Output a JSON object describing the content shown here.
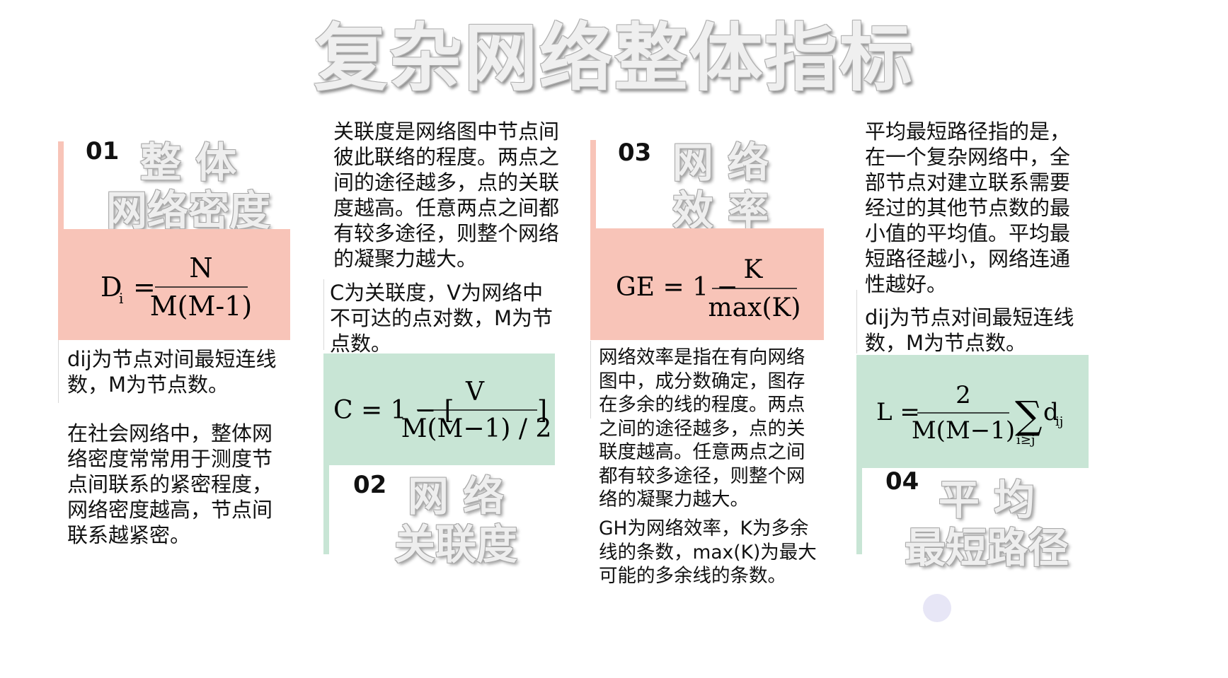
{
  "title": "复杂网络整体指标",
  "sections": [
    {
      "number": "01",
      "name": "整 体\n网络密度",
      "formula": {
        "lhs": "D",
        "sub": "i",
        "eq": "=",
        "numerator": "N",
        "denominator": "M(M-1)"
      },
      "note": "dij为节点对间最短连线\n数，M为节点数。",
      "description": "在社会网络中，整体网\n络密度常常用于测度节\n点间联系的紧密程度，\n网络密度越高，节点间\n联系越紧密。",
      "accent": "#f8c4b8"
    },
    {
      "number": "02",
      "name": "网 络\n关联度",
      "formula": {
        "lhs": "C = 1 − [",
        "numerator": "V",
        "denominator": "M(M−1) / 2",
        "close": "]"
      },
      "description": "关联度是网络图中节点间\n彼此联络的程度。两点之\n间的途径越多，点的关联\n度越高。任意两点之间都\n有较多途径，则整个网络\n的凝聚力越大。",
      "note": " C为关联度，V为网络中\n不可达的点对数，M为节\n点数。",
      "accent": "#c8e5d5"
    },
    {
      "number": "03",
      "name": "网 络\n效 率",
      "formula": {
        "lhs": "GE = 1 −",
        "numerator": "K",
        "denominator": "max(K)"
      },
      "description": "网络效率是指在有向网络\n图中，成分数确定，图存\n在多余的线的程度。两点\n之间的途径越多，点的关\n联度越高。任意两点之间\n都有较多途径，则整个网\n络的凝聚力越大。",
      "note": "GH为网络效率，K为多余\n线的条数，max(K)为最大\n可能的多余线的条数。",
      "accent": "#f8c4b8"
    },
    {
      "number": "04",
      "name": "平 均\n最短路径",
      "formula": {
        "lhs": "L =",
        "numerator": "2",
        "denominator": "M(M−1)",
        "sum": "∑",
        "sum_sub": "i≥j",
        "term": "d",
        "term_sub": "ij"
      },
      "description": "平均最短路径指的是，\n在一个复杂网络中，全\n部节点对建立联系需要\n经过的其他节点数的最\n小值的平均值。平均最\n短路径越小，网络连通\n性越好。",
      "note": "dij为节点对间最短连线\n数，M为节点数。",
      "accent": "#c8e5d5"
    }
  ]
}
